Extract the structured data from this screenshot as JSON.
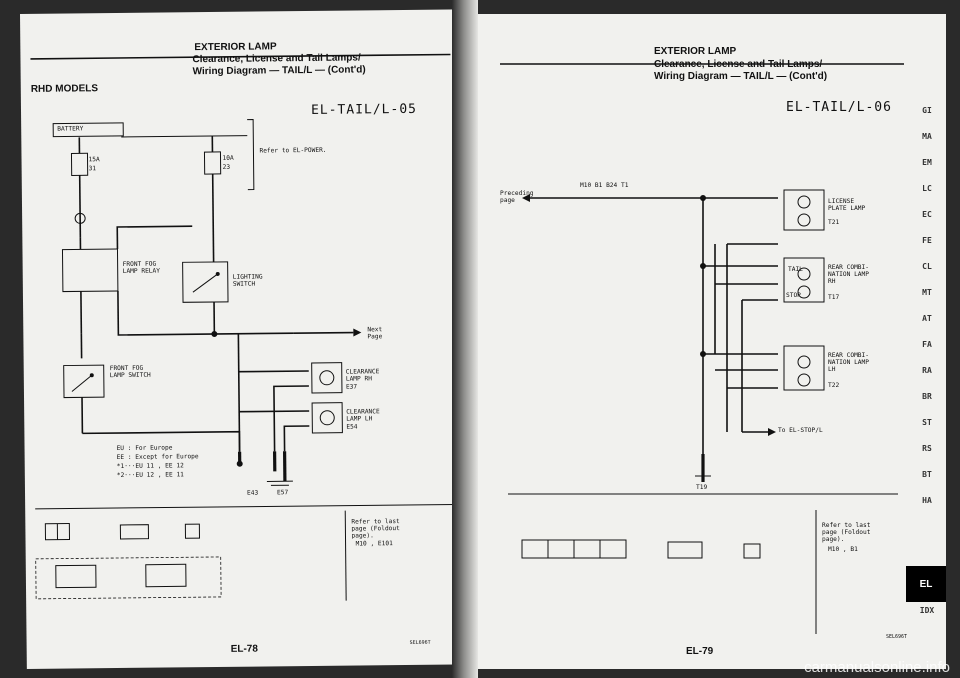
{
  "left_page": {
    "header": "EXTERIOR LAMP",
    "subtitle_1": "Clearance, License and Tail Lamps/",
    "subtitle_2": "Wiring Diagram — TAIL/L — (Cont'd)",
    "models": "RHD MODELS",
    "code": "EL-TAIL/L-05",
    "battery": "BATTERY",
    "fuse_15a": "15A",
    "fuse_15a_id": "31",
    "fuse_10a": "10A",
    "fuse_10a_id": "23",
    "refer_power": "Refer to EL-POWER.",
    "front_fog_relay": "FRONT FOG LAMP RELAY",
    "lighting_switch": "LIGHTING SWITCH",
    "fog_switch": "FRONT FOG LAMP SWITCH",
    "clearance_rh": "CLEARANCE LAMP RH",
    "clearance_lh": "CLEARANCE LAMP LH",
    "clearance_rh_conn": "E37",
    "clearance_lh_conn": "E54",
    "next_page": "Next Page",
    "legend_1": "EU : For Europe",
    "legend_2": "EE : Except for Europe",
    "legend_3": "*1···EU 11 , EE 12",
    "legend_4": "*2···EU 12 , EE 11",
    "ground_1": "E43",
    "ground_2": "E57",
    "refer_last": "Refer to last page (Foldout page).",
    "refer_conn": "M10 , E101",
    "page_number": "EL-78",
    "stamp": "SEL696T"
  },
  "right_page": {
    "header": "EXTERIOR LAMP",
    "subtitle_1": "Clearance, License and Tail Lamps/",
    "subtitle_2": "Wiring Diagram — TAIL/L — (Cont'd)",
    "code": "EL-TAIL/L-06",
    "preceding": "Preceding page",
    "conn_top": "M10  B1  B24  T1",
    "license": "LICENSE PLATE LAMP",
    "license_conn": "T21",
    "rear_rh": "REAR COMBI-NATION LAMP RH",
    "rear_rh_conn": "T17",
    "rear_lh": "REAR COMBI-NATION LAMP LH",
    "rear_lh_conn": "T22",
    "tail": "TAIL",
    "stop": "STOP",
    "to_stop": "To EL-STOP/L",
    "ground": "T19",
    "refer_last": "Refer to last page (Foldout page).",
    "refer_conn": "M10 , B1",
    "page_number": "EL-79",
    "stamp": "SEL696T"
  },
  "side_index": [
    "GI",
    "MA",
    "EM",
    "LC",
    "EC",
    "FE",
    "CL",
    "MT",
    "AT",
    "FA",
    "RA",
    "BR",
    "ST",
    "RS",
    "BT",
    "HA",
    "EL",
    "IDX"
  ],
  "active_index": "EL",
  "watermark": "carmanualsonline.info"
}
